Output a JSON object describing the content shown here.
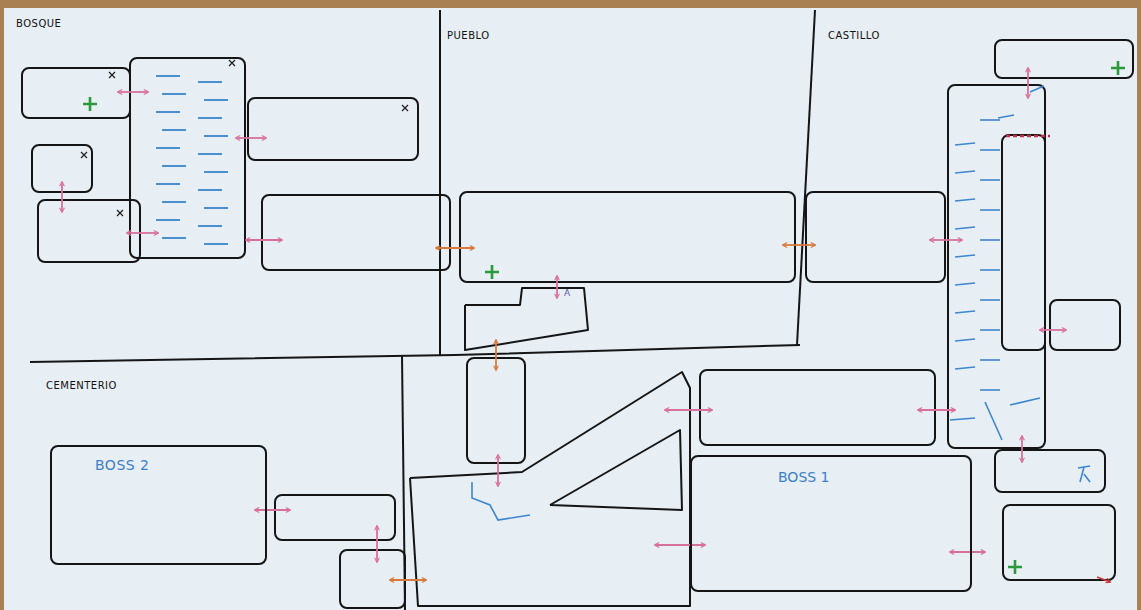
{
  "diagram": {
    "nodes": [
      {
        "text": [
          "BOSQUE"
        ]
      },
      {
        "text": [
          "PUEBLO"
        ]
      },
      {
        "text": [
          "CASTILLO"
        ]
      },
      {
        "text": [
          "CEMENTERIO"
        ]
      },
      {
        "text": [
          "BOSS 2"
        ],
        "in": 3
      },
      {
        "text": [
          "BOSS 1"
        ]
      }
    ],
    "labels": [
      "A"
    ]
  }
}
